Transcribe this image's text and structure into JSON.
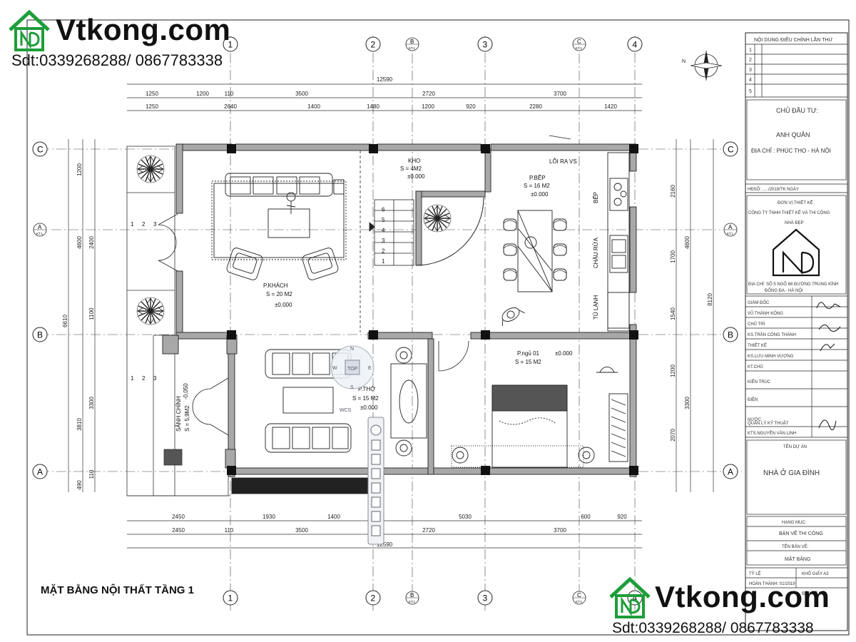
{
  "brand": {
    "name": "Vtkong.com",
    "phone": "Sdt:0339268288/ 0867783338",
    "logo_color": "#1e9e3a"
  },
  "plan_title": "MẶT BẰNG NỘI THẤT TẦNG 1",
  "grid": {
    "columns": [
      "1",
      "2",
      "3",
      "4"
    ],
    "sub_columns": [
      "B",
      "C"
    ],
    "sub_column_tag": "KT.1",
    "rows": [
      "C",
      "B",
      "A"
    ],
    "sub_rows": [
      "A"
    ],
    "sub_row_tag": "KT.1"
  },
  "dimensions": {
    "top_total": "12590",
    "top_row1": [
      "1250",
      "1200",
      "110",
      "3500",
      "2720",
      "3700"
    ],
    "top_row2": [
      "1250",
      "2640",
      "1400",
      "1480",
      "1200",
      "920",
      "2280",
      "1420"
    ],
    "bottom_row1": [
      "2450",
      "1930",
      "1400",
      "5030",
      "600",
      "920"
    ],
    "bottom_row2": [
      "2450",
      "110",
      "3500",
      "2720",
      "3700"
    ],
    "bottom_total": "12590",
    "left_total": "6610",
    "left_outer": [
      "1200",
      "4600",
      "3810",
      "490"
    ],
    "left_inner": [
      "2400",
      "1100",
      "3300",
      "110"
    ],
    "right_outer": [
      "8120"
    ],
    "right_mid": [
      "4600",
      "3300"
    ],
    "right_inner": [
      "2160",
      "1700",
      "1540",
      "1200",
      "2070"
    ]
  },
  "rooms": [
    {
      "name": "P.KHÁCH",
      "area": "S = 20 M2",
      "level": "±0.000"
    },
    {
      "name": "KHO",
      "area": "S = 4M2",
      "level": "±0.000"
    },
    {
      "name": "P.BẾP",
      "area": "S = 16 M2",
      "level": "±0.000"
    },
    {
      "name": "P.THỜ",
      "area": "S = 15 M2",
      "level": "±0.000"
    },
    {
      "name": "P.ngủ 01",
      "area": "S = 15 M2",
      "level": "±0.000"
    },
    {
      "name": "SẢNH CHÍNH",
      "area": "S = 5,9M2",
      "level": "-0,050"
    }
  ],
  "kitchen_labels": {
    "ventilation": "LỖI RA VS",
    "stove": "BẾP",
    "sink": "CHẬU RỬA",
    "fridge": "TỦ LẠNH"
  },
  "stairs": [
    "1",
    "2",
    "3",
    "4",
    "5",
    "6"
  ],
  "porch_steps": [
    "1",
    "2",
    "3"
  ],
  "compass_labels": [
    "N",
    "E",
    "S",
    "W",
    "TOP"
  ],
  "viewcube_caption": "WCS",
  "title_block": {
    "revision_header": "NỘI DUNG ĐIỀU CHỈNH LẦN THỨ",
    "revisions": [
      "1",
      "2",
      "3",
      "4",
      "5"
    ],
    "owner_label": "CHỦ ĐẦU TƯ:",
    "owner_name": "ANH QUÂN",
    "owner_address": "ĐỊA CHỈ : PHÚC THỌ - HÀ NỘI",
    "contract": "HĐSỐ: ...../2019/TK   NGÀY",
    "designer_label": "ĐƠN VỊ THIẾT KẾ",
    "designer_name": "CÔNG TY TNHH THIẾT KẾ VÀ THI CÔNG",
    "designer_name2": "NHÀ ĐẸP",
    "designer_addr": "ĐỊA CHỈ: SỐ 5 NGÕ 68 ĐƯỜNG TRUNG KÍNH",
    "designer_addr2": "ĐỐNG ĐA - HÀ NỘI",
    "director_label": "GIÁM ĐỐC",
    "director_name": "VŨ THÀNH KÔNG",
    "chair_label": "CHỦ TRÌ",
    "chair_name": "KS.TRẦN CÔNG THÀNH",
    "design_label": "THIẾT KẾ",
    "design_name": "KS.LƯU MINH VƯƠNG",
    "kt_label": "KT.CHỦ",
    "arch_label": "KIẾN TRÚC",
    "elec_label": "ĐIỆN",
    "water_label": "NƯỚC",
    "check_label": "QUẢN LÝ KỸ THUẬT",
    "check_name": "KTS.NGUYỄN VĂN LINH",
    "project_label": "TÊN DỰ ÁN",
    "project_name": "NHÀ Ở GIA ĐÌNH",
    "category_label": "HẠNG MỤC:",
    "category_name": "BẢN VẼ THI CÔNG",
    "drawing_label": "TÊN BẢN VẼ:",
    "drawing_name": "MẶT BẰNG",
    "scale_label": "TỶ LỆ",
    "sheet_label": "KHỔ GIẤY A3",
    "date_label": "HOÀN THÀNH: 01/2019",
    "sheet_no_label": "BẢN VẼ SỐ"
  }
}
